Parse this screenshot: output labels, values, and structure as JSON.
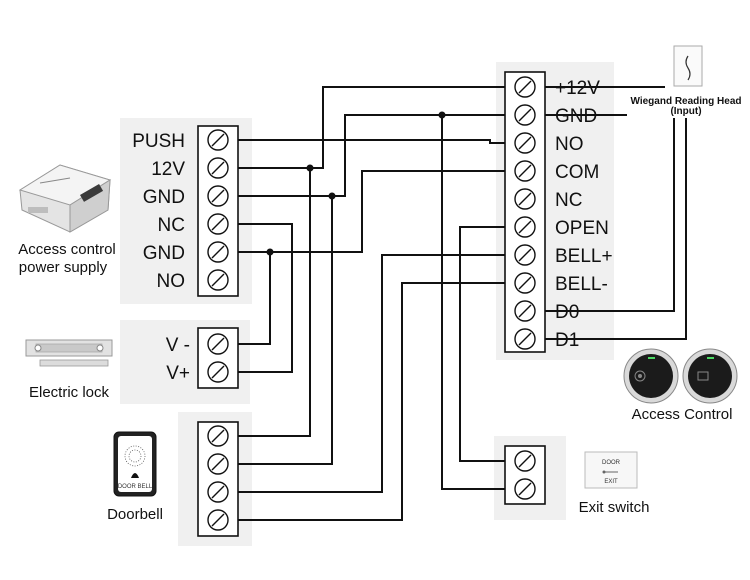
{
  "diagram": {
    "power_supply": {
      "caption_line1": "Access control",
      "caption_line2": "power supply",
      "terminals": [
        "PUSH",
        "12V",
        "GND",
        "NC",
        "GND",
        "NO"
      ]
    },
    "electric_lock": {
      "caption": "Electric lock",
      "terminals": [
        "V -",
        "V+"
      ]
    },
    "doorbell": {
      "caption": "Doorbell",
      "device_text": "DOOR BELL"
    },
    "controller": {
      "terminals": [
        "+12V",
        "GND",
        "NO",
        "COM",
        "NC",
        "OPEN",
        "BELL+",
        "BELL-",
        "D0",
        "D1"
      ]
    },
    "wiegand": {
      "caption_line1": "Wiegand Reading Head",
      "caption_line2": "(Input)"
    },
    "access_control": {
      "caption": "Access Control"
    },
    "exit_switch": {
      "caption": "Exit switch",
      "device_text_top": "DOOR",
      "device_text_bottom": "EXIT"
    }
  }
}
